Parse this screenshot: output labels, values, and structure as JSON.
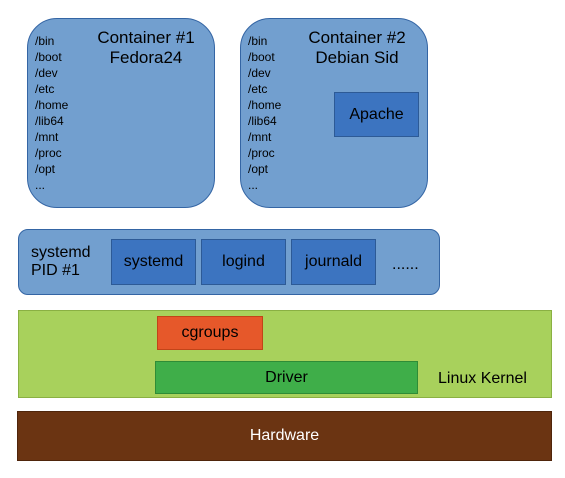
{
  "containers": [
    {
      "title_line1": "Container #1",
      "title_line2": "Fedora24",
      "dirs": [
        "/bin",
        "/boot",
        "/dev",
        "/etc",
        "/home",
        "/lib64",
        "/mnt",
        "/proc",
        "/opt",
        "..."
      ]
    },
    {
      "title_line1": "Container #2",
      "title_line2": "Debian Sid",
      "dirs": [
        "/bin",
        "/boot",
        "/dev",
        "/etc",
        "/home",
        "/lib64",
        "/mnt",
        "/proc",
        "/opt",
        "..."
      ],
      "app": "Apache"
    }
  ],
  "systemd": {
    "label_line1": "systemd",
    "label_line2": "PID #1",
    "services": [
      "systemd",
      "logind",
      "journald"
    ],
    "more": "......"
  },
  "kernel": {
    "cgroups": "cgroups",
    "driver": "Driver",
    "label": "Linux Kernel"
  },
  "hardware": {
    "label": "Hardware"
  },
  "colors": {
    "container_fill": "#729fcf",
    "service_fill": "#3c74c0",
    "kernel_fill": "#a8d15c",
    "cgroups_fill": "#e6582a",
    "driver_fill": "#3fae49",
    "hardware_fill": "#6b3412"
  }
}
